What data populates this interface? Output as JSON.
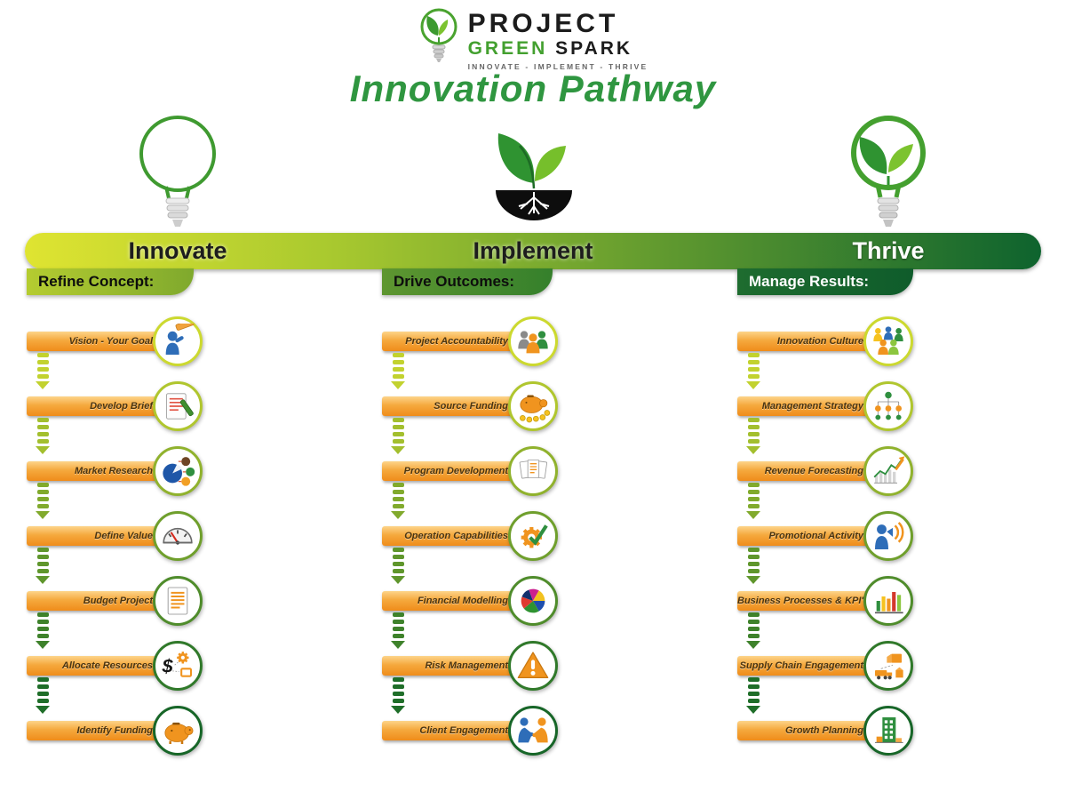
{
  "logo": {
    "project": "PROJECT",
    "green": "GREEN",
    "spark": "SPARK",
    "tagline": "INNOVATE - IMPLEMENT - THRIVE"
  },
  "title": "Innovation Pathway",
  "phases": [
    {
      "name": "Innovate",
      "subtitle": "Refine Concept:",
      "icon": "lightbulb-icon",
      "items": [
        {
          "label": "Vision - Your Goal",
          "icon": "telescope-person-icon"
        },
        {
          "label": "Develop Brief",
          "icon": "document-pen-icon"
        },
        {
          "label": "Market Research",
          "icon": "pie-segments-icon"
        },
        {
          "label": "Define Value",
          "icon": "gauge-icon"
        },
        {
          "label": "Budget Project",
          "icon": "budget-document-icon"
        },
        {
          "label": "Allocate Resources",
          "icon": "dollar-gear-icon"
        },
        {
          "label": "Identify Funding",
          "icon": "piggy-bank-icon"
        }
      ]
    },
    {
      "name": "Implement",
      "subtitle": "Drive Outcomes:",
      "icon": "seedling-icon",
      "items": [
        {
          "label": "Project Accountability",
          "icon": "team-icon"
        },
        {
          "label": "Source Funding",
          "icon": "piggy-coins-icon"
        },
        {
          "label": "Program Development",
          "icon": "documents-icon"
        },
        {
          "label": "Operation Capabilities",
          "icon": "gear-check-icon"
        },
        {
          "label": "Financial Modelling",
          "icon": "pie-chart-icon"
        },
        {
          "label": "Risk Management",
          "icon": "warning-icon"
        },
        {
          "label": "Client Engagement",
          "icon": "handshake-icon"
        }
      ]
    },
    {
      "name": "Thrive",
      "subtitle": "Manage Results:",
      "icon": "bulb-plant-icon",
      "items": [
        {
          "label": "Innovation Culture",
          "icon": "people-group-icon"
        },
        {
          "label": "Management Strategy",
          "icon": "org-chart-icon"
        },
        {
          "label": "Revenue Forecasting",
          "icon": "forecast-chart-icon"
        },
        {
          "label": "Promotional Activity",
          "icon": "megaphone-person-icon"
        },
        {
          "label": "Business Processes & KPI's",
          "icon": "bar-chart-icon"
        },
        {
          "label": "Supply Chain Engagement",
          "icon": "supply-chain-icon"
        },
        {
          "label": "Growth Planning",
          "icon": "building-icon"
        }
      ]
    }
  ],
  "colors": {
    "banner_gradient_start": "#dfe431",
    "banner_gradient_end": "#0e632e",
    "step_bar_start": "#fdd489",
    "step_bar_end": "#ef8c1a",
    "title_green": "#2f9640",
    "logo_green": "#43a02f",
    "ring_gradient": [
      "#ccd92f",
      "#b0c62e",
      "#90b22d",
      "#6f9f2c",
      "#4f8c2b",
      "#30792a",
      "#176628"
    ]
  }
}
